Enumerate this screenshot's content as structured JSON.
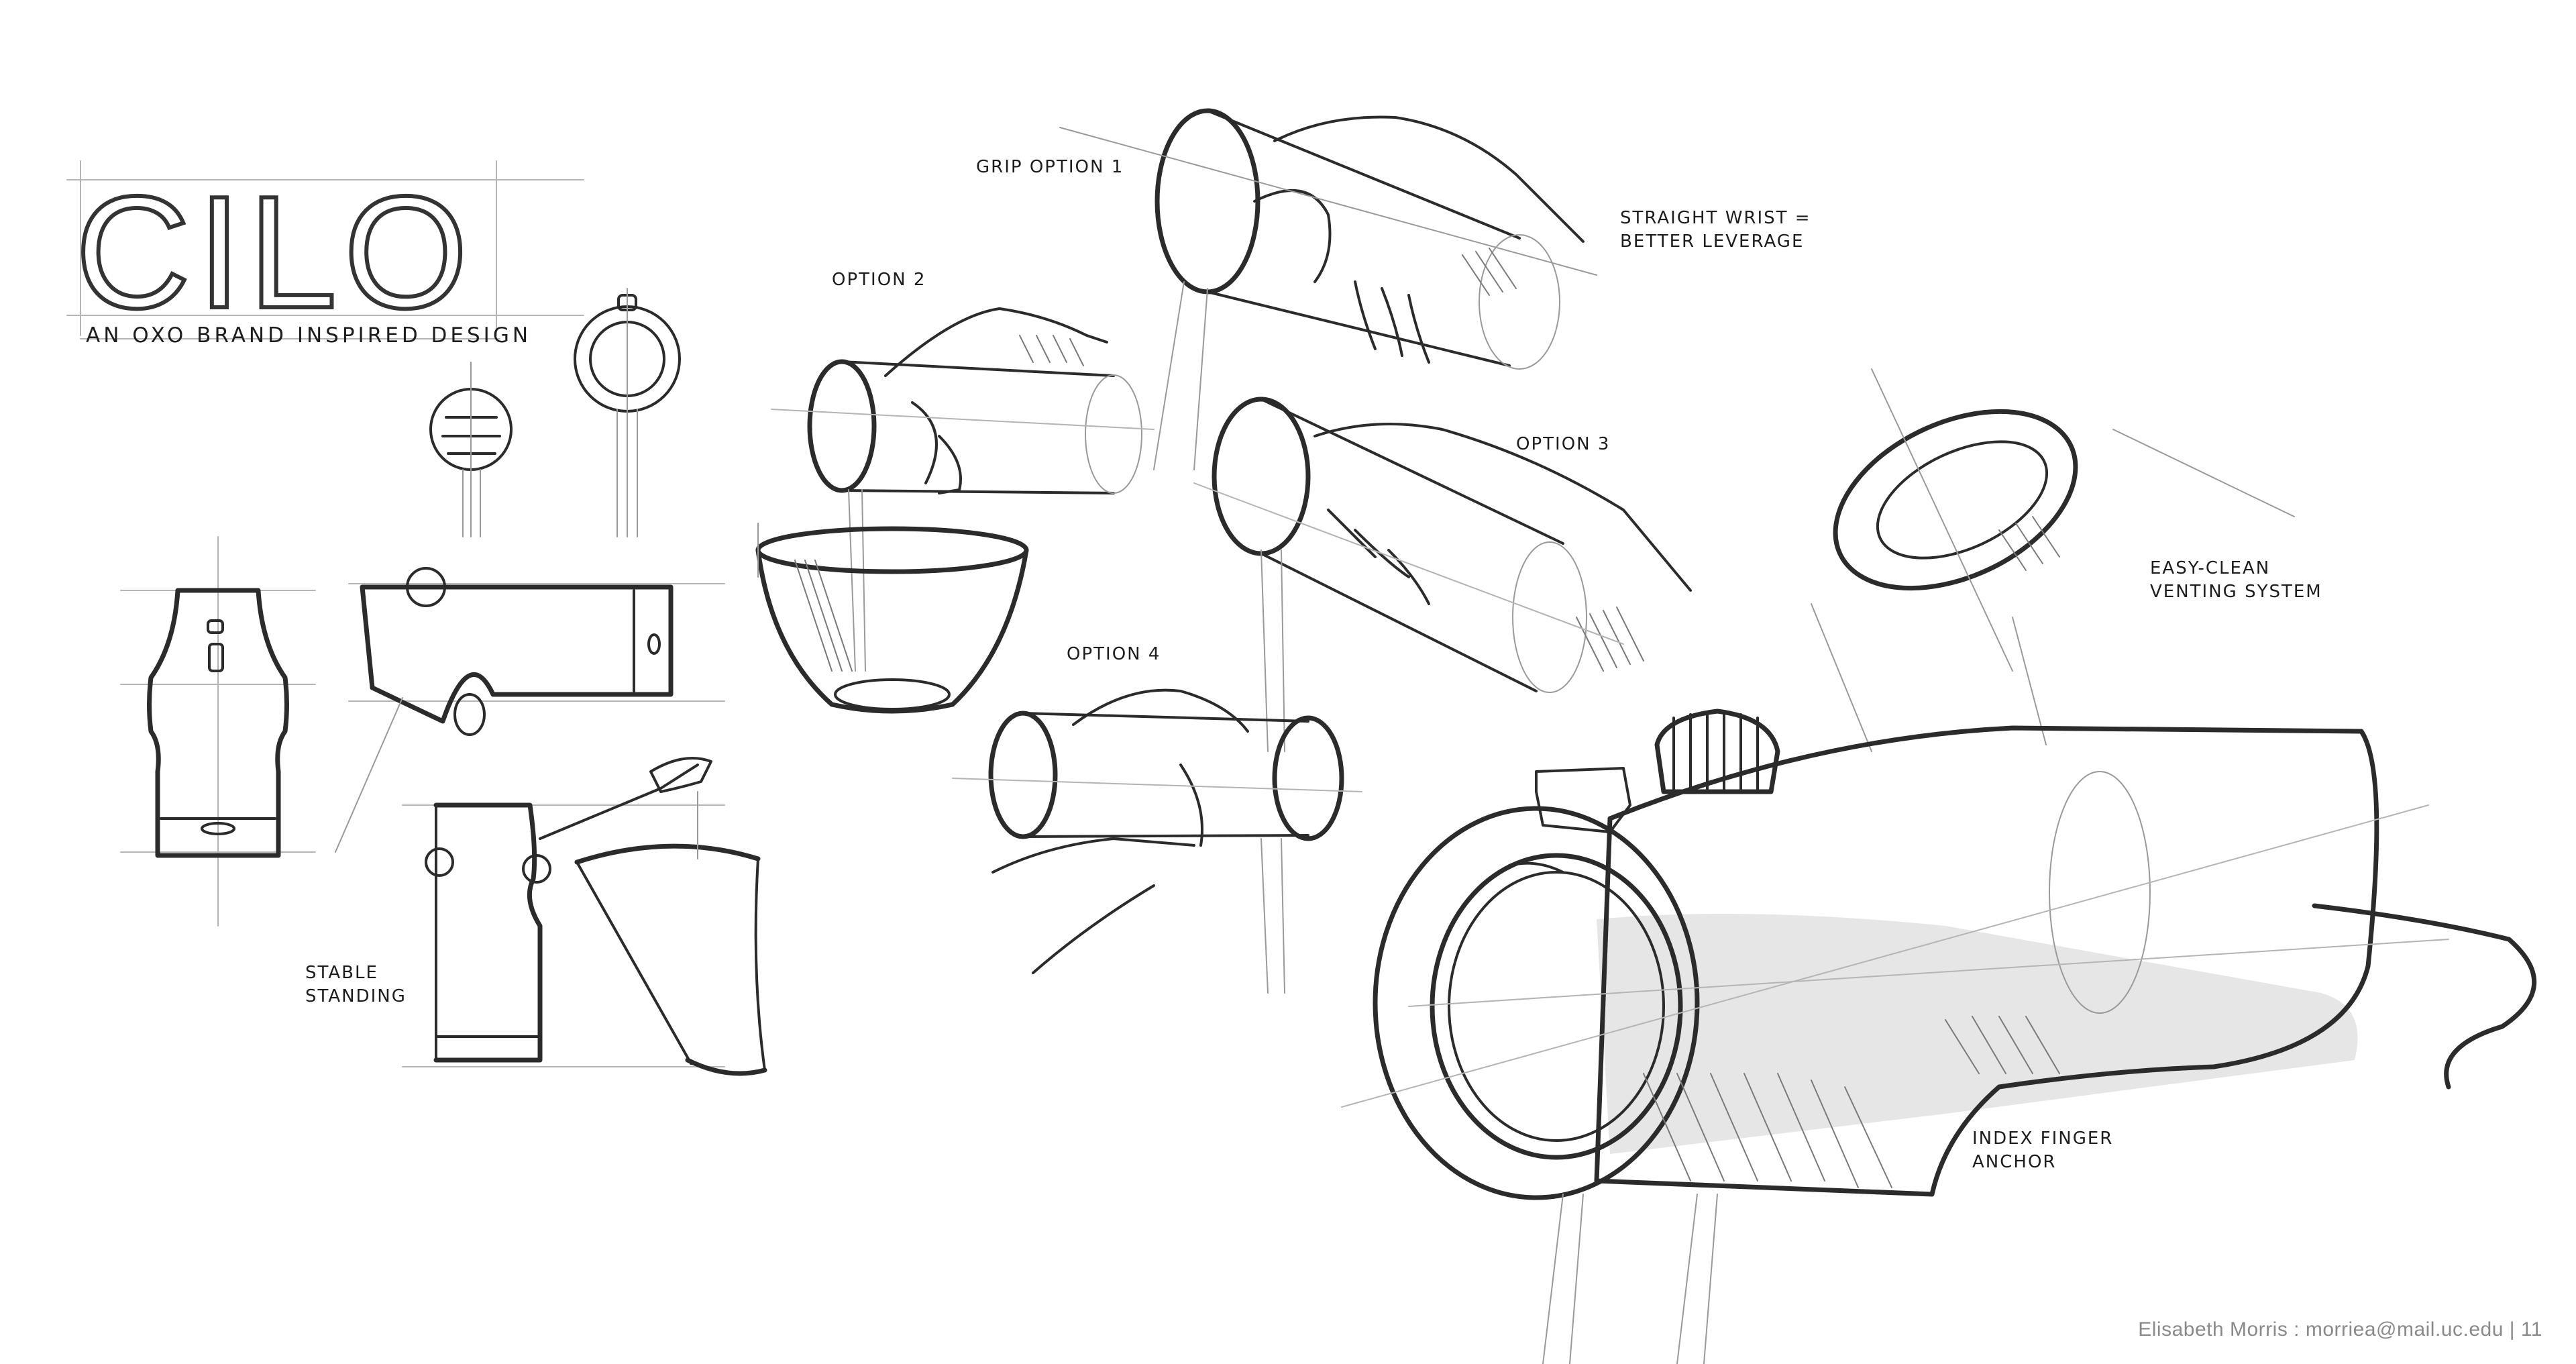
{
  "logo": {
    "text": "CILO",
    "tagline": "AN OXO BRAND INSPIRED DESIGN"
  },
  "annotations": {
    "grip_option_1": "GRIP OPTION 1",
    "option_2": "OPTION 2",
    "option_3": "OPTION 3",
    "option_4": "OPTION 4",
    "straight_wrist": "STRAIGHT WRIST =\nBETTER LEVERAGE",
    "easy_clean": "EASY-CLEAN\nVENTING SYSTEM",
    "index_finger": "INDEX FINGER\nANCHOR",
    "stable_standing": "STABLE\nSTANDING"
  },
  "footer": {
    "credit": "Elisabeth Morris : morriea@mail.uc.edu | 11"
  }
}
